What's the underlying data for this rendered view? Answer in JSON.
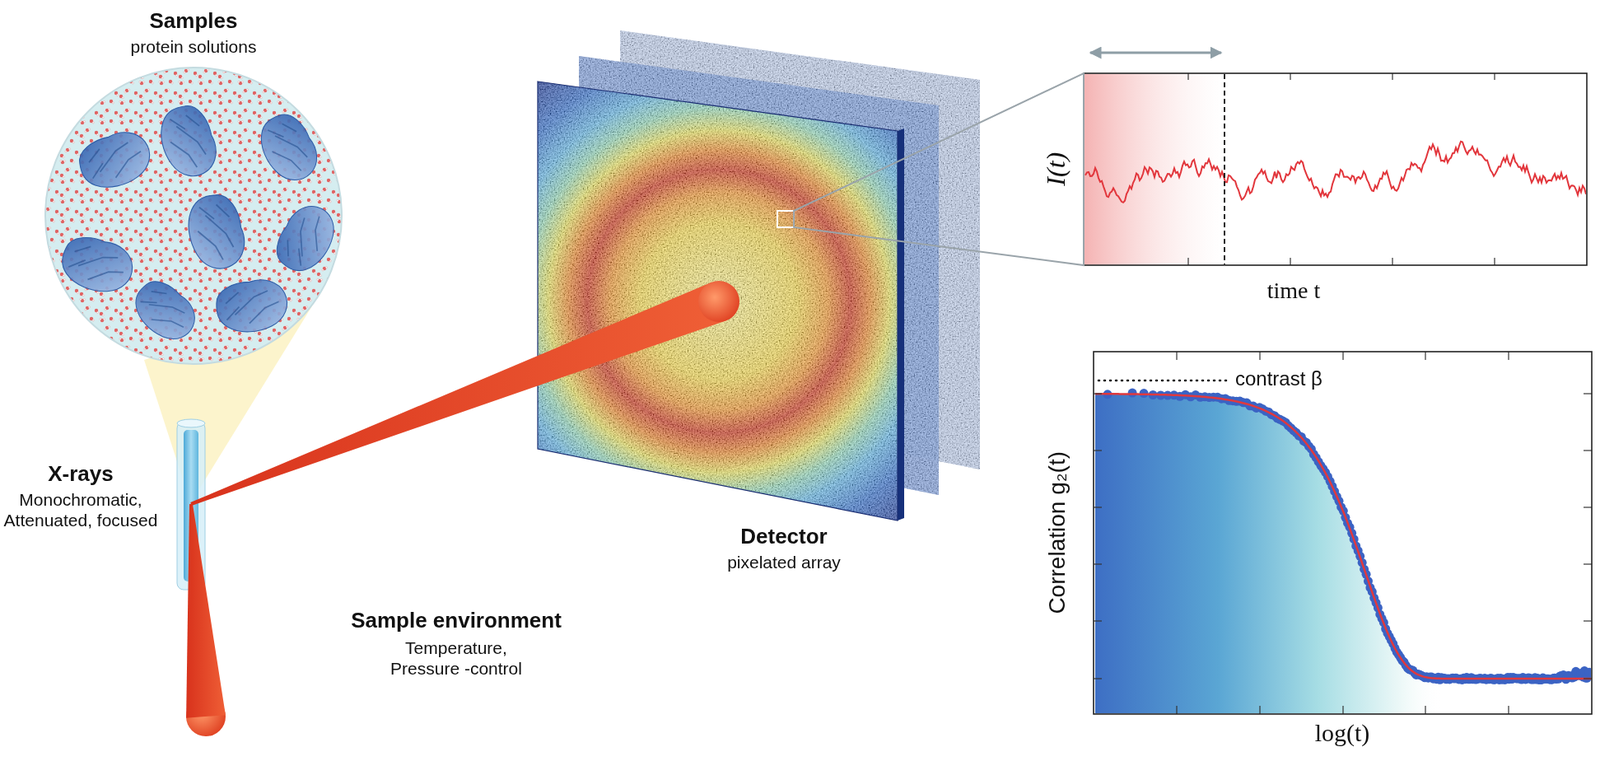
{
  "diagram": {
    "nodes": [
      {
        "text": [
          "Samples",
          "protein solutions"
        ]
      },
      {
        "text": [
          "X-rays",
          "Monochromatic, Attenuated, focused"
        ]
      },
      {
        "text": [
          "Sample environment",
          "Temperature, Pressure -control"
        ]
      },
      {
        "text": [
          "Detector",
          "pixelated array"
        ]
      },
      {
        "text": [
          "I(t)",
          "time t"
        ]
      },
      {
        "text": [
          "Correlation g₂(t)",
          "contrast β",
          "log(t)"
        ]
      }
    ],
    "edges": [
      {
        "from": 3,
        "to": 4,
        "arrow": "none"
      }
    ]
  }
}
